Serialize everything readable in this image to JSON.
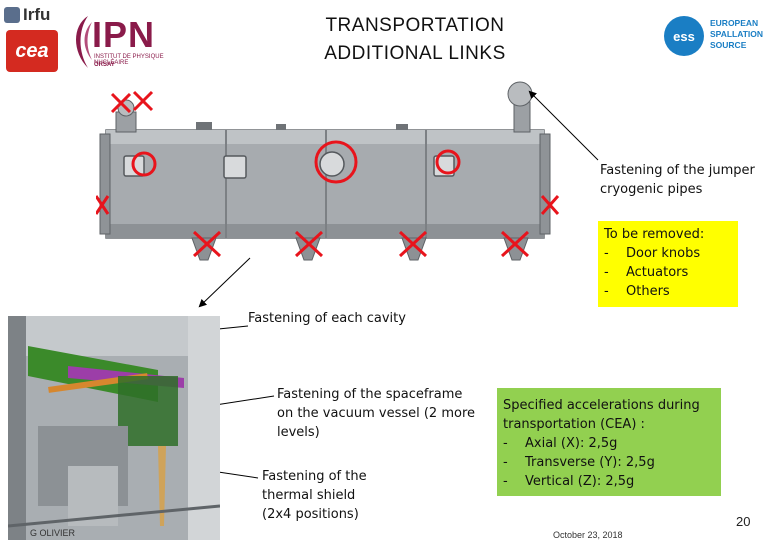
{
  "header": {
    "title_line1": "TRANSPORTATION",
    "title_line2": "ADDITIONAL  LINKS",
    "logo_irfu": "Irfu",
    "logo_cea": "cea",
    "logo_ipn": "IPN",
    "logo_ipn_sub": "INSTITUT DE PHYSIQUE NUCLÉAIRE",
    "logo_ipn_orsay": "ORSAY",
    "logo_ess_mark": "ess",
    "logo_ess_line1": "EUROPEAN",
    "logo_ess_line2": "SPALLATION",
    "logo_ess_line3": "SOURCE"
  },
  "labels": {
    "jumper_line1": "Fastening of the jumper",
    "jumper_line2": "cryogenic pipes",
    "cavity": "Fastening of each cavity",
    "spaceframe_line1": "Fastening of the spaceframe",
    "spaceframe_line2": "on the vacuum vessel (2 more",
    "spaceframe_line3": "levels)",
    "shield_line1": "Fastening of the",
    "shield_line2": "thermal shield",
    "shield_line3": "(2x4 positions)"
  },
  "to_remove": {
    "heading": "To be removed:",
    "items": [
      "Door knobs",
      "Actuators",
      "Others"
    ]
  },
  "accelerations": {
    "line1": "Specified accelerations during",
    "line2": "transportation (CEA) :",
    "items": [
      "Axial (X): 2,5g",
      "Transverse (Y): 2,5g",
      "Vertical (Z): 2,5g"
    ]
  },
  "footer": {
    "author": "G OLIVIER",
    "date": "October 23, 2018",
    "page": "20"
  },
  "colors": {
    "highlight_yellow": "#ffff00",
    "highlight_green": "#92d050",
    "marker_red": "#e8141c",
    "vessel_grey": "#9ea3a8"
  }
}
